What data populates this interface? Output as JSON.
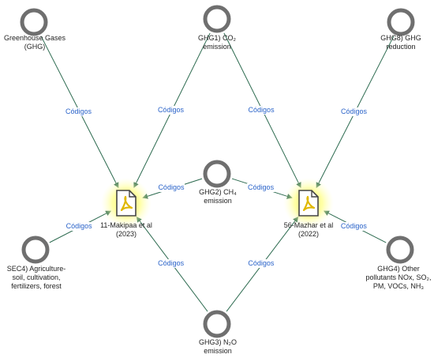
{
  "code_nodes": [
    {
      "id": "ghg",
      "label": "Greenhouse Gases\n(GHG)"
    },
    {
      "id": "ghg1",
      "label": "GHG1) CO₂\nemission"
    },
    {
      "id": "ghg8",
      "label": "GHG8) GHG\nreduction"
    },
    {
      "id": "ghg2",
      "label": "GHG2) CH₄\nemission"
    },
    {
      "id": "sec4",
      "label": "SEC4) Agriculture-\nsoil, cultivation,\nfertilizers, forest"
    },
    {
      "id": "ghg4",
      "label": "GHG4) Other\npollutants NOx, SO₂,\nPM, VOCs, NH₃"
    },
    {
      "id": "ghg3",
      "label": "GHG3) N₂O\nemission"
    }
  ],
  "document_nodes": [
    {
      "id": "makipaa",
      "label": "11-Makipaa et al\n(2023)",
      "icon": "pdf-document-icon"
    },
    {
      "id": "mazhar",
      "label": "56-Mazhar et al\n(2022)",
      "icon": "pdf-document-icon"
    }
  ],
  "edge_label": "Códigos",
  "edges": [
    {
      "from": "ghg",
      "to": "makipaa"
    },
    {
      "from": "ghg1",
      "to": "makipaa"
    },
    {
      "from": "ghg1",
      "to": "mazhar"
    },
    {
      "from": "ghg8",
      "to": "mazhar"
    },
    {
      "from": "ghg2",
      "to": "makipaa"
    },
    {
      "from": "ghg2",
      "to": "mazhar"
    },
    {
      "from": "sec4",
      "to": "makipaa"
    },
    {
      "from": "ghg4",
      "to": "mazhar"
    },
    {
      "from": "ghg3",
      "to": "makipaa"
    },
    {
      "from": "ghg3",
      "to": "mazhar"
    }
  ],
  "colors": {
    "edge": "#2d6b50",
    "edge_label": "#2a63c9",
    "node_ring": "#6f6f6f",
    "doc_icon": "#e0b800",
    "doc_glow": "#ffff66"
  }
}
